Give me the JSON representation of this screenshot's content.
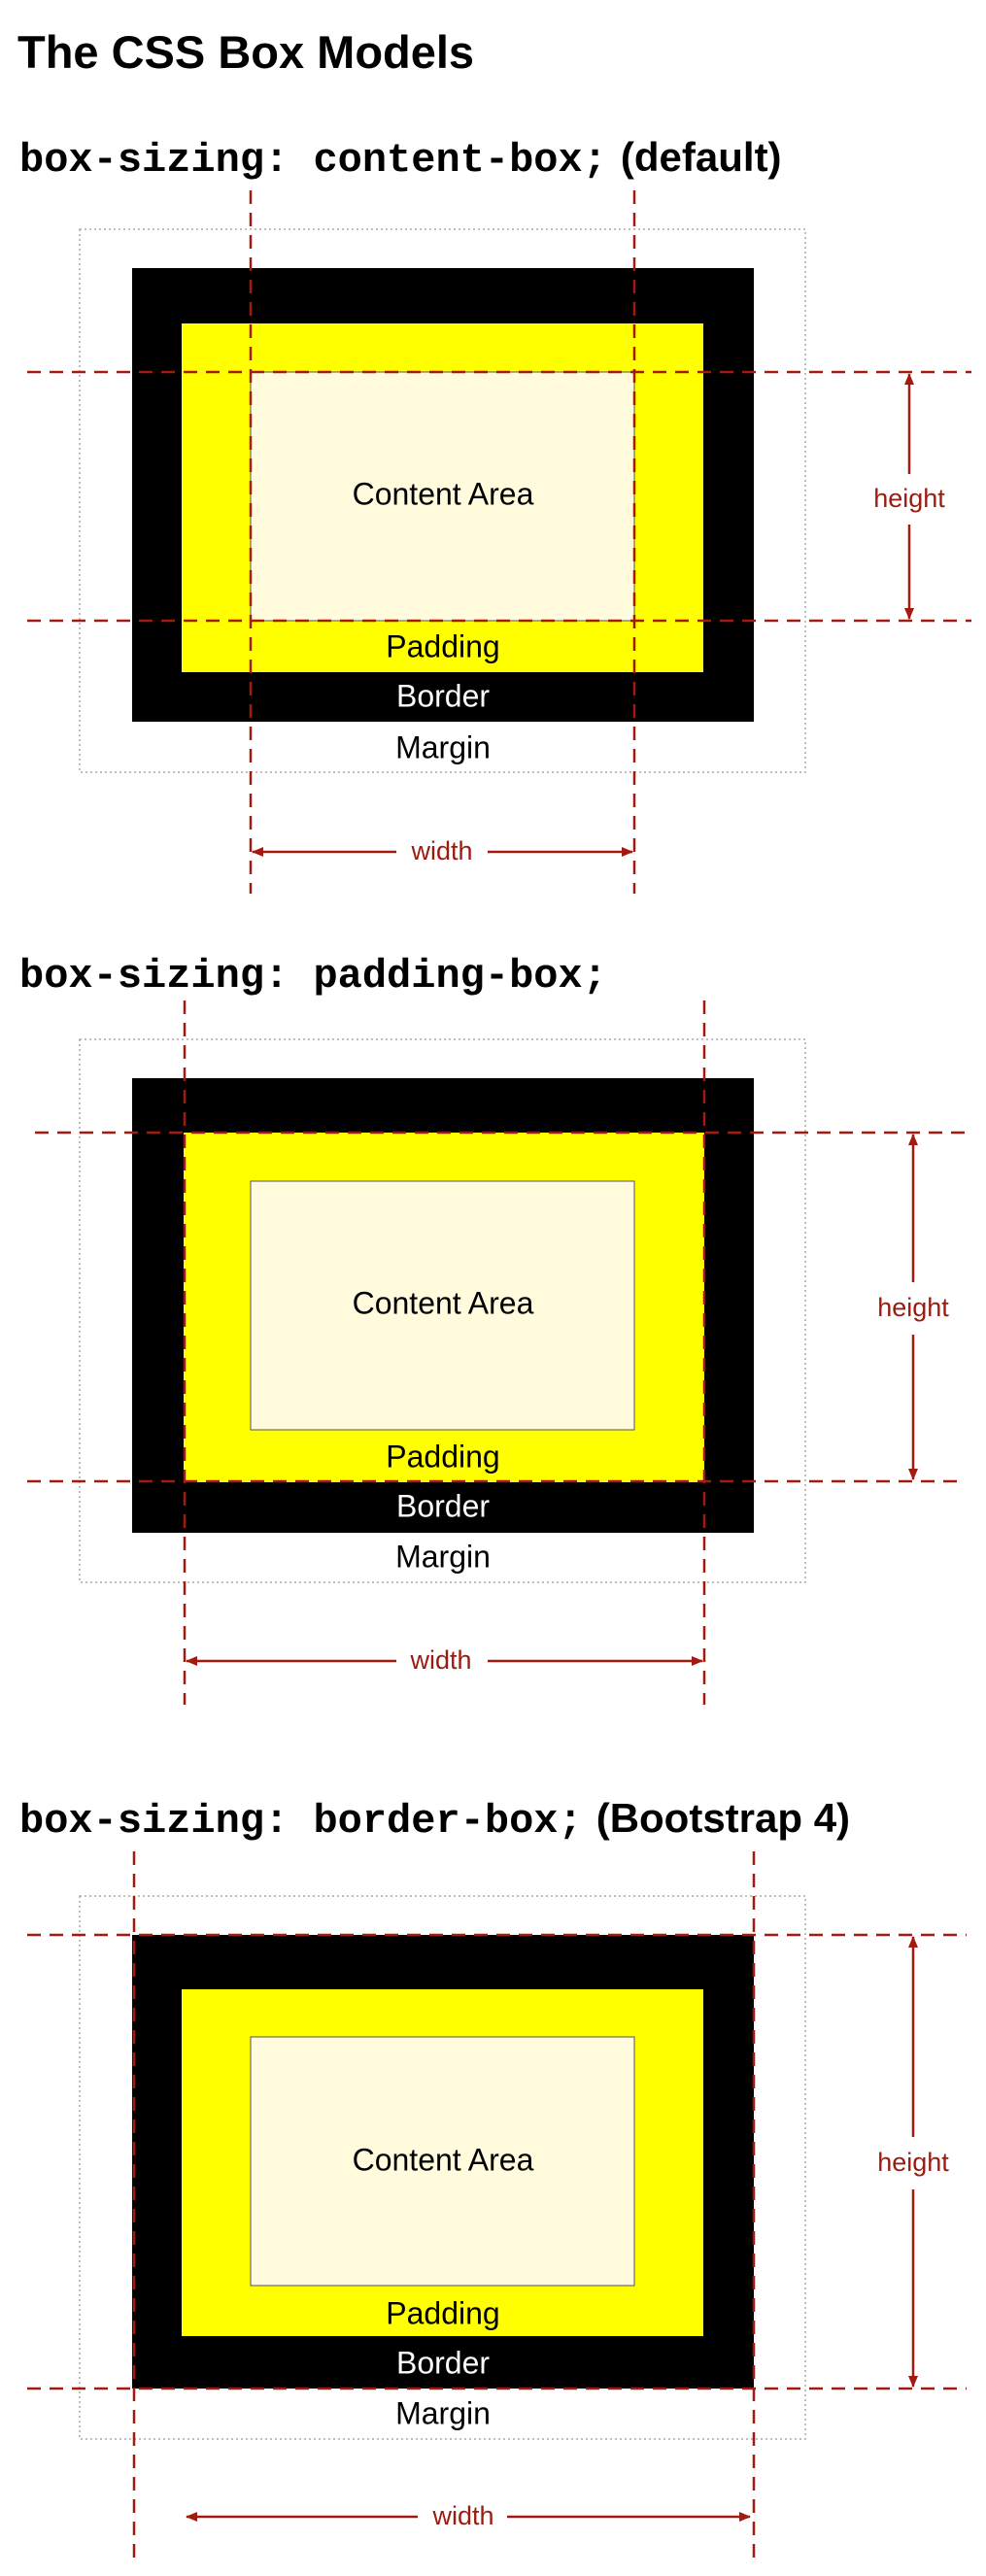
{
  "title": "The CSS Box Models",
  "colors": {
    "border": "#000000",
    "padding": "#ffff00",
    "content": "#fffbdc",
    "dimension": "#a21a10",
    "margin_outline": "#a9a9a9"
  },
  "sections": [
    {
      "id": "content-box",
      "heading_code": "box-sizing: content-box;",
      "heading_note": "(default)",
      "labels": {
        "content": "Content Area",
        "padding": "Padding",
        "border": "Border",
        "margin": "Margin"
      },
      "dimensions": {
        "width": "width",
        "height": "height"
      }
    },
    {
      "id": "padding-box",
      "heading_code": "box-sizing: padding-box;",
      "heading_note": "",
      "labels": {
        "content": "Content Area",
        "padding": "Padding",
        "border": "Border",
        "margin": "Margin"
      },
      "dimensions": {
        "width": "width",
        "height": "height"
      }
    },
    {
      "id": "border-box",
      "heading_code": "box-sizing: border-box;",
      "heading_note": "(Bootstrap 4)",
      "labels": {
        "content": "Content Area",
        "padding": "Padding",
        "border": "Border",
        "margin": "Margin"
      },
      "dimensions": {
        "width": "width",
        "height": "height"
      }
    }
  ]
}
